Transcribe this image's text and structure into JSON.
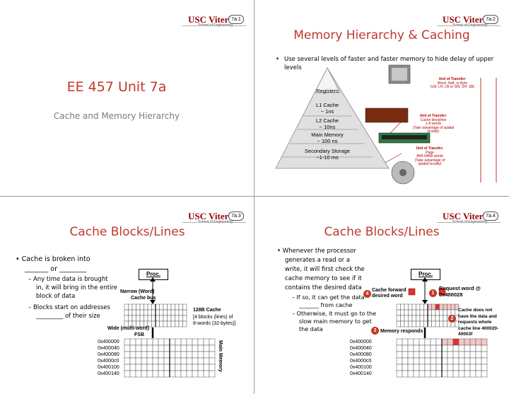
{
  "header": {
    "logo_text": "USC Viterbi",
    "logo_sub": "School of Engineering",
    "brand_color": "#990000",
    "title_color": "#c0392b"
  },
  "slides": [
    {
      "badge": "7a.1",
      "title": "EE 457 Unit 7a",
      "subtitle": "Cache and Memory Hierarchy"
    },
    {
      "badge": "7a.2",
      "title": "Memory Hierarchy & Caching",
      "bullet": "Use several levels of faster and faster memory to hide delay of upper levels",
      "levels": [
        {
          "name": "Registers",
          "time": ""
        },
        {
          "name": "L1 Cache",
          "time": "~ 1ns"
        },
        {
          "name": "L2 Cache",
          "time": "~ 10ns"
        },
        {
          "name": "Main Memory",
          "time": "~ 100 ns"
        },
        {
          "name": "Secondary Storage",
          "time": "~1-10 ms"
        }
      ],
      "transfer_1": {
        "title": "Unit of Transfer:",
        "lines": [
          "Word, Half, or Byte",
          "(LW, LH, LB or SW, SH, SB)"
        ]
      },
      "transfer_2": {
        "title": "Unit of Transfer:",
        "lines": [
          "Cache block/line",
          "1-8 words",
          "(Take advantage of spatial",
          "locality)"
        ]
      },
      "transfer_3": {
        "title": "Unit of Transfer:",
        "lines": [
          "Page",
          "4KB-64KB words",
          "(Take advantage of",
          "spatial locality)"
        ]
      }
    },
    {
      "badge": "7a.3",
      "title": "Cache Blocks/Lines",
      "bullets": [
        {
          "level": 1,
          "text": "Cache is broken into"
        },
        {
          "level": 1,
          "text": "_______ or ________"
        },
        {
          "level": 2,
          "text": "– Any time data is brought"
        },
        {
          "level": 2,
          "text": "in, it will bring in the entire"
        },
        {
          "level": 2,
          "text": "block of data"
        },
        {
          "level": 2,
          "text": "– Blocks start on addresses"
        },
        {
          "level": 2,
          "text": "_________ of their size"
        }
      ],
      "proc": "Proc.",
      "narrow_bus": [
        "Narrow (Word)",
        "Cache bus"
      ],
      "cache_label": "128B Cache",
      "cache_desc": [
        "[4 blocks (lines) of",
        "8-words (32-bytes)]"
      ],
      "wide_bus": [
        "Wide (multi-word)",
        "FSB"
      ],
      "main_memory": "Main Memory",
      "addresses": [
        "0x400000",
        "0x400040",
        "0x400080",
        "0x4000c0",
        "0x400100",
        "0x400140"
      ]
    },
    {
      "badge": "7a.4",
      "title": "Cache Blocks/Lines",
      "bullets": [
        {
          "level": 1,
          "text": "Whenever the processor"
        },
        {
          "level": 1,
          "text": "generates a read or a"
        },
        {
          "level": 1,
          "text": "write, it will first check the"
        },
        {
          "level": 1,
          "text": "cache memory to see if it"
        },
        {
          "level": 1,
          "text": "contains the desired data"
        },
        {
          "level": 2,
          "text": "– If so, it can get the data"
        },
        {
          "level": 2,
          "text": "_______ from cache"
        },
        {
          "level": 2,
          "text": "– Otherwise, it must go to the"
        },
        {
          "level": 2,
          "text": "slow main memory to get"
        },
        {
          "level": 2,
          "text": "the data"
        }
      ],
      "proc": "Proc.",
      "step1": {
        "num": "1",
        "lines": [
          "Request word @",
          "0x400028"
        ]
      },
      "step2": {
        "num": "2",
        "lines": [
          "Cache does not",
          "have the data and",
          "requests whole",
          "cache line 400020-",
          "40003f"
        ]
      },
      "step3": {
        "num": "3",
        "lines": [
          "Memory responds"
        ]
      },
      "step4": {
        "num": "4",
        "lines": [
          "Cache forward",
          "desired word"
        ]
      },
      "addresses": [
        "0x400000",
        "0x400040",
        "0x400080",
        "0x4000c0",
        "0x400100",
        "0x400140"
      ]
    }
  ]
}
